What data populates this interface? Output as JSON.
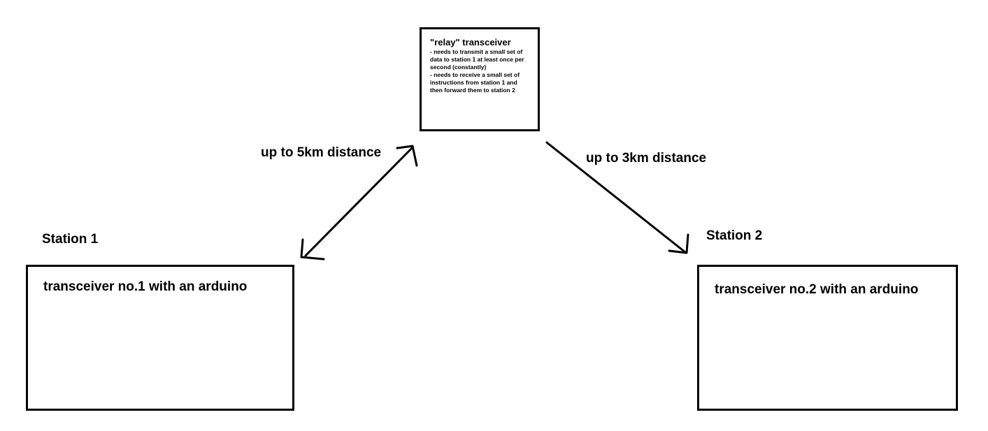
{
  "relay": {
    "title": "\"relay\" transceiver",
    "lines": [
      "- needs to transmit a small set of",
      "data to station 1 at least  once per",
      "second (constantly)",
      "- needs to receive a small set of",
      "instructions from station 1 and",
      "then forward them to station 2"
    ]
  },
  "links": {
    "station1_distance": "up to 5km distance",
    "station2_distance": "up to 3km distance"
  },
  "station1": {
    "label": "Station 1",
    "box_text": "transceiver no.1 with an arduino"
  },
  "station2": {
    "label": "Station 2",
    "box_text": "transceiver no.2 with an arduino"
  },
  "colors": {
    "ink": "#000000",
    "background": "#ffffff"
  }
}
